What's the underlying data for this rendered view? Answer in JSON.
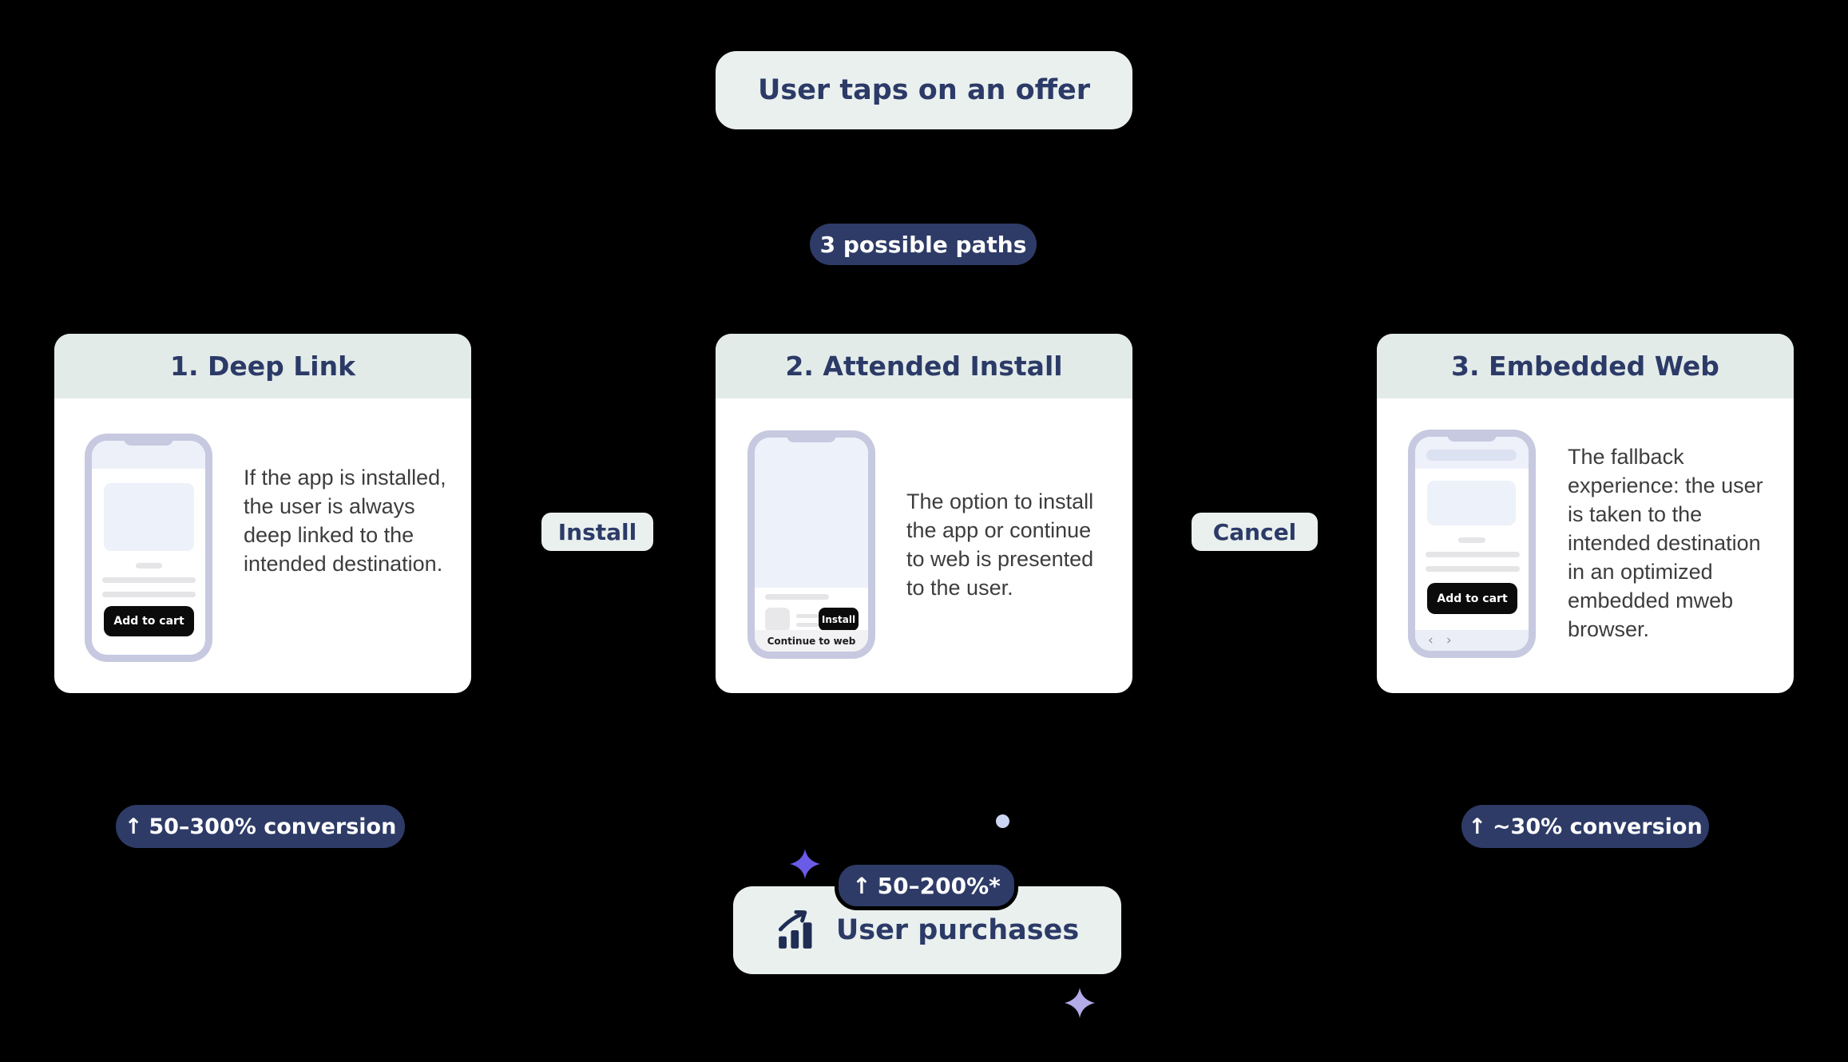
{
  "title_box": {
    "label": "User taps on an offer"
  },
  "paths_badge": {
    "label": "3 possible paths"
  },
  "cards": [
    {
      "title": "1. Deep Link",
      "description": "If the app is installed, the user is always deep linked to the intended destination.",
      "phone": {
        "cta": "Add to cart"
      }
    },
    {
      "title": "2. Attended Install",
      "description": "The option to install the app or continue to web is presented to the user.",
      "phone": {
        "install": "Install",
        "continue_web": "Continue to web"
      }
    },
    {
      "title": "3. Embedded Web",
      "description": "The fallback experience: the user is taken to the intended destination in an optimized embedded mweb browser.",
      "phone": {
        "cta": "Add to cart"
      }
    }
  ],
  "connectors": {
    "install": "Install",
    "cancel": "Cancel"
  },
  "conversion_badges": {
    "deep_link": {
      "arrow": "↑",
      "label": "50–300% conversion"
    },
    "attended_install": {
      "arrow": "↑",
      "label": "50–200%*"
    },
    "embedded_web": {
      "arrow": "↑",
      "label": "~30% conversion"
    }
  },
  "outcome": {
    "label": "User purchases"
  },
  "icons": {
    "up_arrow": "↑",
    "back_chevron": "‹",
    "forward_chevron": "›",
    "outcome_icon": "bar-chart-rising-icon",
    "decor": "four-point-sparkle-icon"
  },
  "colors": {
    "background": "#000000",
    "navy": "#2e3b66",
    "navy_text": "#2c3a68",
    "light_node": "#e9f0ee",
    "card_header": "#e2ebe7",
    "phone_frame": "#c7c9e0",
    "sparkle_purple": "#6b5ce8",
    "sparkle_lavender": "#b2abe8",
    "dot": "#ccd6f2"
  }
}
